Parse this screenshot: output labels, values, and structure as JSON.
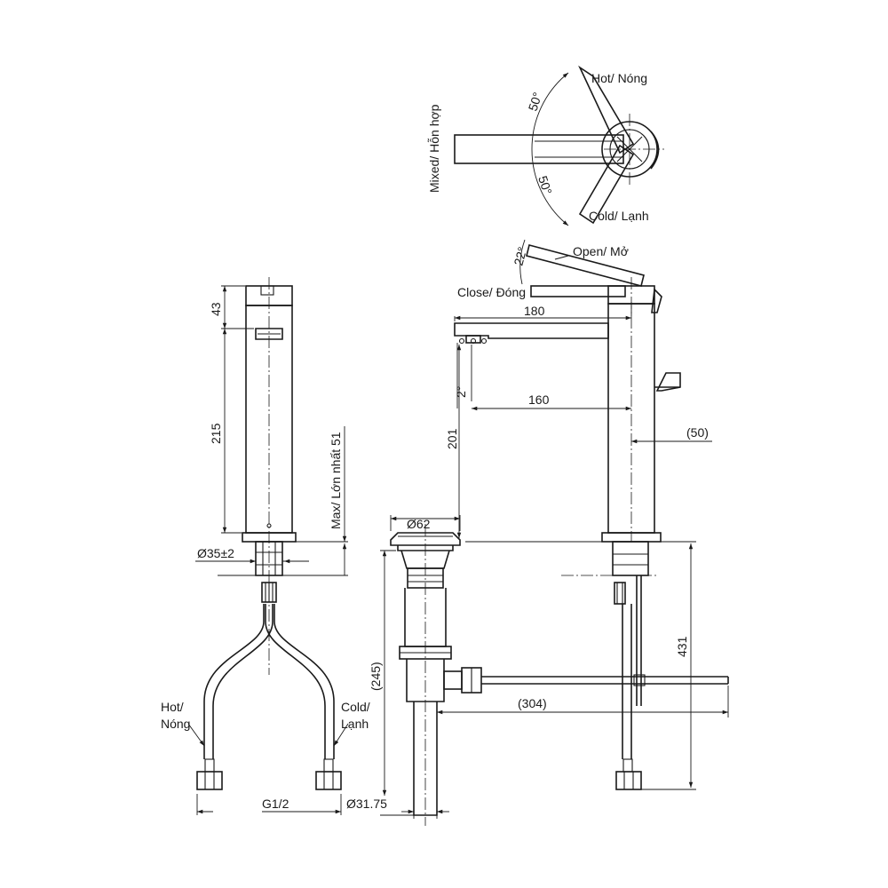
{
  "labels": {
    "hot_top": "Hot/ Nóng",
    "mixed": "Mixed/ Hỗn hợp",
    "cold_top": "Cold/ Lạnh",
    "angle_hot": "50°",
    "angle_cold": "50°",
    "angle_lift": "22°",
    "open": "Open/ Mở",
    "close": "Close/ Đóng",
    "dim_180": "180",
    "dim_160": "160",
    "angle_spout": "2°",
    "dim_201": "201",
    "dim_50": "(50)",
    "dim_43": "43",
    "dim_215": "215",
    "max_51": "Max/ Lớn nhất 51",
    "dia_35": "Ø35±2",
    "dia_62": "Ø62",
    "dim_245": "(245)",
    "dim_304": "(304)",
    "dim_431": "431",
    "hot_line1": "Hot/",
    "hot_line2": "Nóng",
    "cold_line1": "Cold/",
    "cold_line2": "Lạnh",
    "g12": "G1/2",
    "dia_3175": "Ø31.75"
  }
}
